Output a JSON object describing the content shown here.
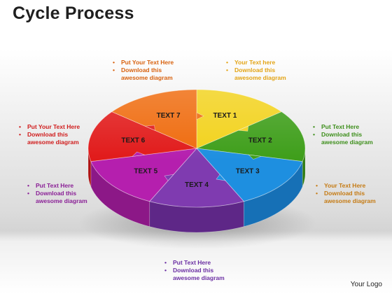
{
  "title": "Cycle Process",
  "logo": "Your Logo",
  "segments": [
    {
      "label": "TEXT 1",
      "color": "#f2d21b",
      "side": "#c9ab0a"
    },
    {
      "label": "TEXT 2",
      "color": "#3e9e1a",
      "side": "#2d7a10"
    },
    {
      "label": "TEXT 3",
      "color": "#1e8fe0",
      "side": "#1670b6"
    },
    {
      "label": "TEXT 4",
      "color": "#7f3bb0",
      "side": "#5e2787"
    },
    {
      "label": "TEXT 5",
      "color": "#b51fae",
      "side": "#8c1887"
    },
    {
      "label": "TEXT 6",
      "color": "#e11a1a",
      "side": "#ad1212"
    },
    {
      "label": "TEXT 7",
      "color": "#ef6a0c",
      "side": "#bb4f07"
    }
  ],
  "notes": {
    "top_left": {
      "line1": "Put Your Text Here",
      "line2": "Download this awesome diagram",
      "color": "#d8620f"
    },
    "top_right": {
      "line1": "Your Text  here",
      "line2": "Download this awesome diagram",
      "color": "#e3a416"
    },
    "mid_left": {
      "line1": "Put Your Text Here",
      "line2": "Download this awesome diagram",
      "color": "#d01d1d"
    },
    "mid_right": {
      "line1": "Put Text  Here",
      "line2": "Download this awesome diagram",
      "color": "#3e8f1c"
    },
    "low_left": {
      "line1": "Put Text Here",
      "line2": "Download this awesome diagram",
      "color": "#8a1f96"
    },
    "low_right": {
      "line1": "Your Text Here",
      "line2": "Download this awesome diagram",
      "color": "#c57b14"
    },
    "bottom": {
      "line1": "Put Text Here",
      "line2": "Download this awesome diagram",
      "color": "#6b2fa3"
    }
  }
}
